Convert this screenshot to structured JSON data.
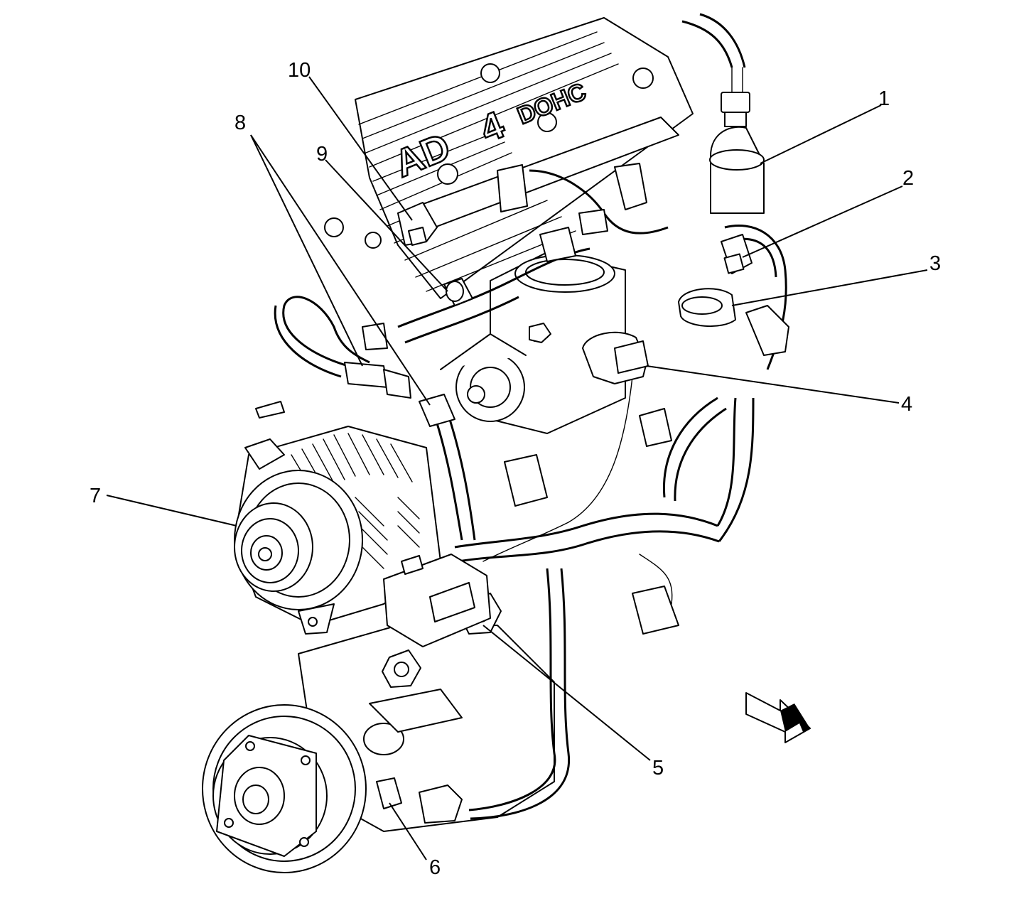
{
  "callouts": [
    {
      "id": "1",
      "label": "1"
    },
    {
      "id": "2",
      "label": "2"
    },
    {
      "id": "3",
      "label": "3"
    },
    {
      "id": "4",
      "label": "4"
    },
    {
      "id": "5",
      "label": "5"
    },
    {
      "id": "6",
      "label": "6"
    },
    {
      "id": "7",
      "label": "7"
    },
    {
      "id": "8",
      "label": "8"
    },
    {
      "id": "9",
      "label": "9"
    },
    {
      "id": "10",
      "label": "10"
    }
  ],
  "engine_marking": {
    "left": "AD",
    "numeral": "4",
    "right": "DOHC"
  },
  "colors": {
    "ink": "#000000",
    "paper": "#ffffff"
  },
  "icons": {
    "direction": "forward-arrow-icon"
  }
}
